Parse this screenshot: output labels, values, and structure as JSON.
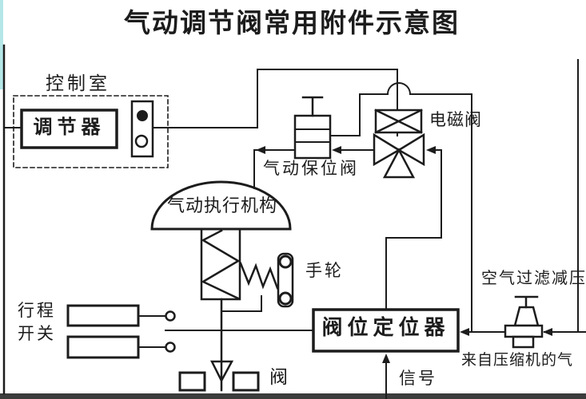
{
  "title": "气动调节阀常用附件示意图",
  "labels": {
    "control_room": "控制室",
    "controller": "调节器",
    "solenoid_valve": "电磁阀",
    "pneumatic_lock_valve": "气动保位阀",
    "pneumatic_actuator": "气动执行机构",
    "handwheel": "手轮",
    "travel_switch_line1": "行程",
    "travel_switch_line2": "开关",
    "valve": "阀",
    "valve_positioner": "阀位定位器",
    "air_filter_regulator": "空气过滤减压",
    "signal": "信号",
    "air_from_compressor": "来自压缩机的气"
  },
  "colors": {
    "line": "#1c1c1c",
    "background": "#ffffff",
    "left_edge_strip": "#b5e7e8",
    "bottom_bar": "#3c3c3c"
  }
}
